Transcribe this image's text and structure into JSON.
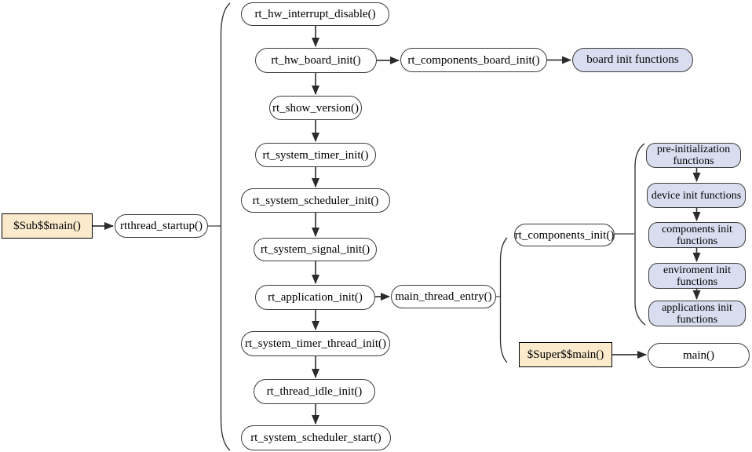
{
  "diagram": {
    "nodes": {
      "sub_main": {
        "label": "$Sub$$main()"
      },
      "rtthread_startup": {
        "label": "rtthread_startup()"
      },
      "rt_hw_interrupt_disable": {
        "label": "rt_hw_interrupt_disable()"
      },
      "rt_hw_board_init": {
        "label": "rt_hw_board_init()"
      },
      "rt_components_board_init": {
        "label": "rt_components_board_init()"
      },
      "board_init_functions": {
        "label": "board init functions"
      },
      "rt_show_version": {
        "label": "rt_show_version()"
      },
      "rt_system_timer_init": {
        "label": "rt_system_timer_init()"
      },
      "rt_system_scheduler_init": {
        "label": "rt_system_scheduler_init()"
      },
      "rt_system_signal_init": {
        "label": "rt_system_signal_init()"
      },
      "rt_application_init": {
        "label": "rt_application_init()"
      },
      "rt_system_timer_thread_init": {
        "label": "rt_system_timer_thread_init()"
      },
      "rt_thread_idle_init": {
        "label": "rt_thread_idle_init()"
      },
      "rt_system_scheduler_start": {
        "label": "rt_system_scheduler_start()"
      },
      "main_thread_entry": {
        "label": "main_thread_entry()"
      },
      "rt_components_init": {
        "label": "rt_components_init()"
      },
      "pre_initialization_functions": {
        "label": "pre-initialization functions"
      },
      "device_init_functions": {
        "label": "device init functions"
      },
      "components_init_functions": {
        "label": "components init functions"
      },
      "environment_init_functions": {
        "label": "enviroment init functions"
      },
      "applications_init_functions": {
        "label": "applications init functions"
      },
      "super_main": {
        "label": "$Super$$main()"
      },
      "main_fn": {
        "label": "main()"
      }
    },
    "colors": {
      "external_fill": "#FBEACC",
      "group_fill": "#D8DEEF",
      "process_fill": "#FFFFFF",
      "stroke": "#3A3A3A"
    }
  }
}
